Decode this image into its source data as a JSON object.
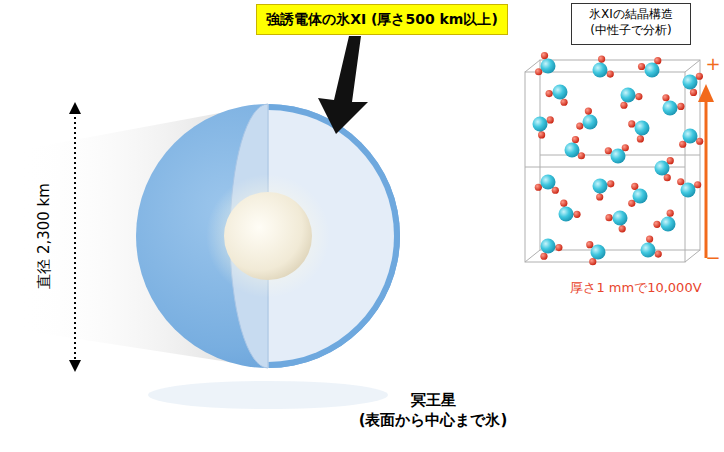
{
  "diagram": {
    "nodes": [
      {
        "text": [
          "強誘電体の氷XI (厚さ500 km以上)"
        ]
      },
      {
        "text": [
          "氷XIの結晶構造 (中性子で分析)"
        ]
      }
    ],
    "labels": [
      "直径 2,300 km",
      "+",
      "−",
      "厚さ1 mmで10,000V",
      "冥王星 (表面から中心まで氷)"
    ]
  }
}
